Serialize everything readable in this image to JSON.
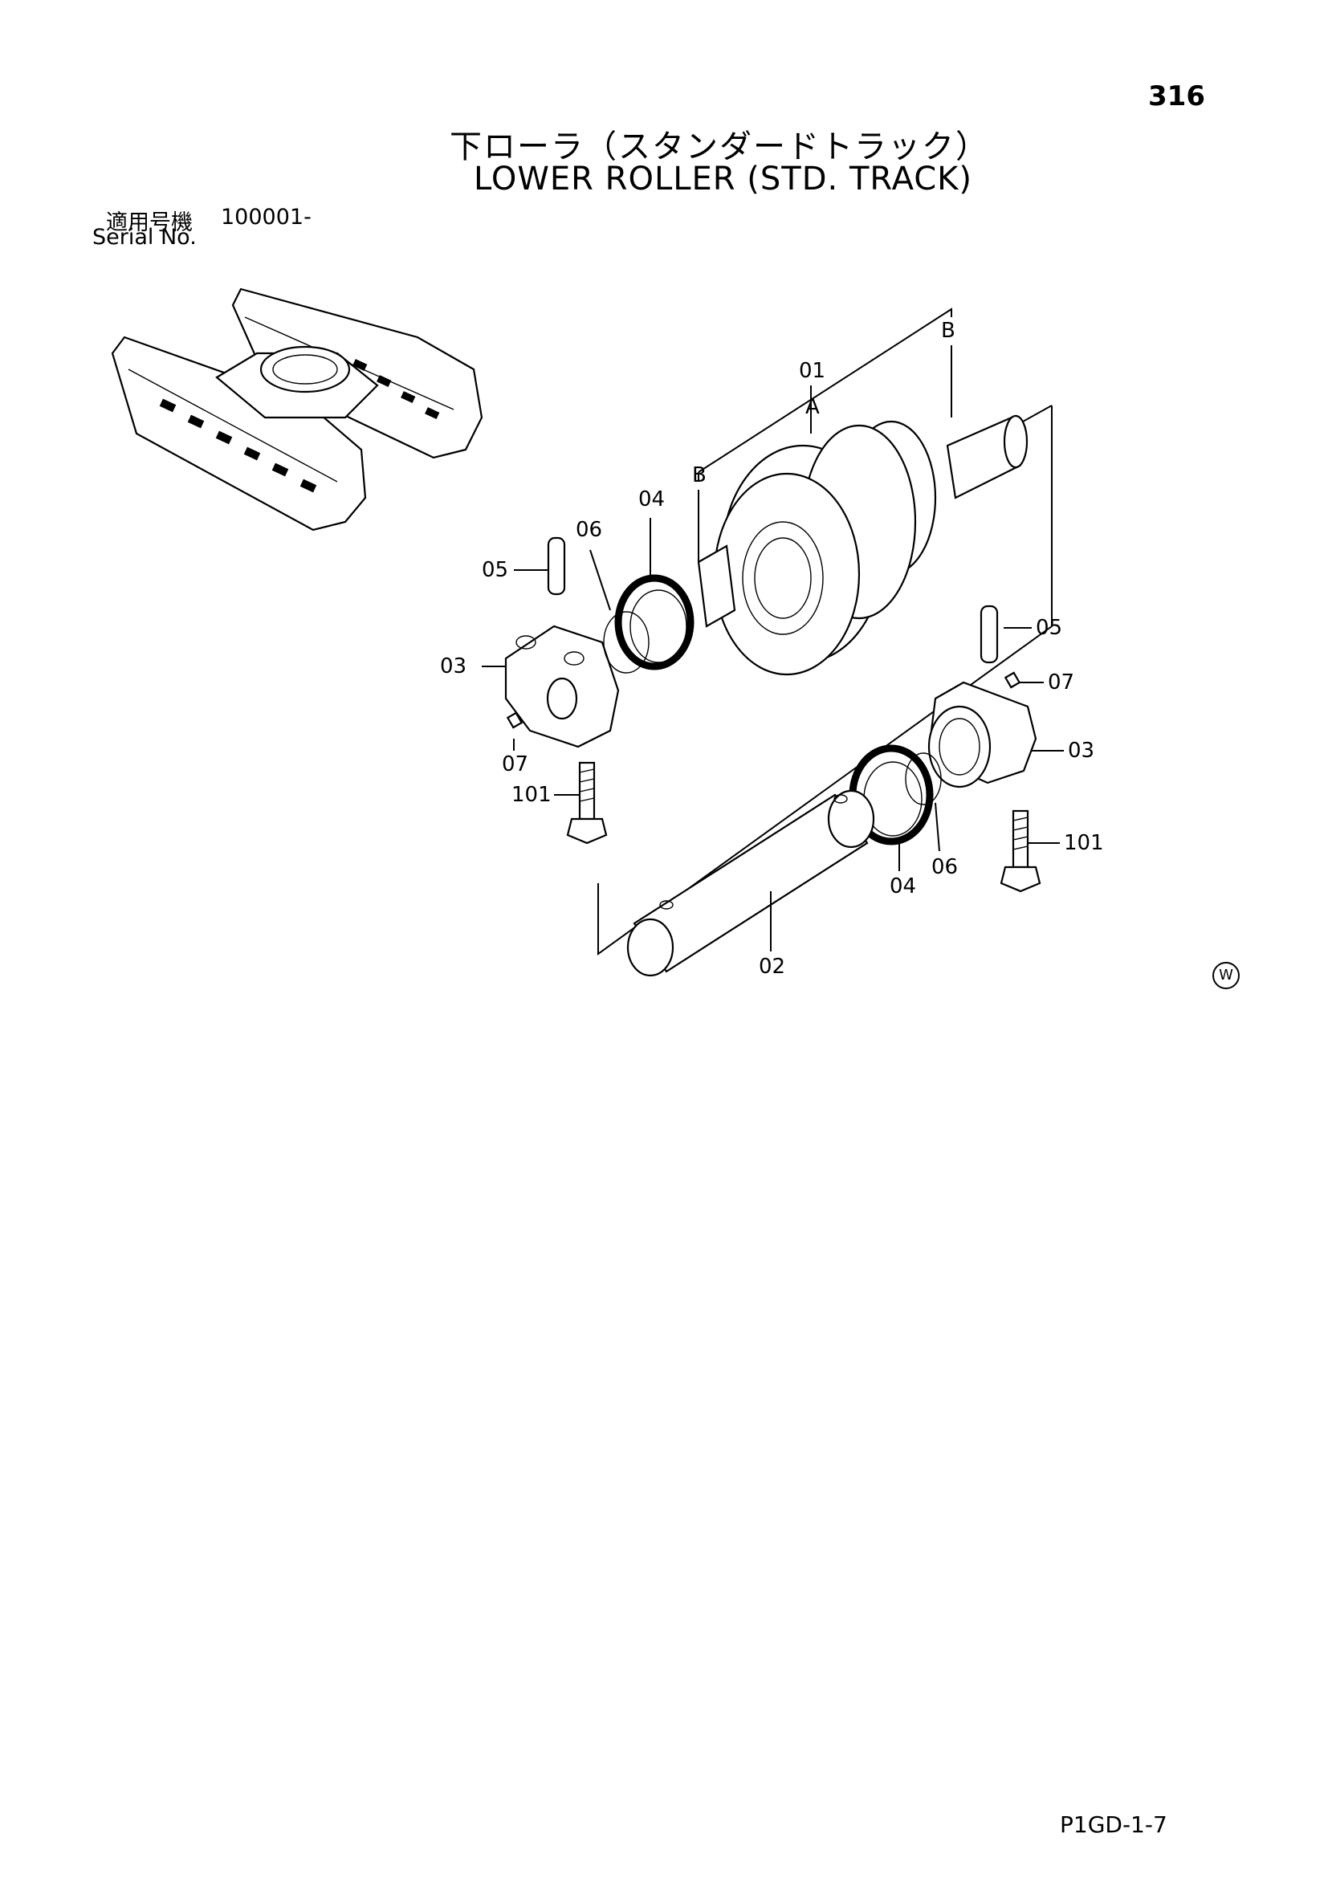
{
  "page_number": "316",
  "title_jp": "下ローラ（スタンダードトラック）",
  "title_en": "LOWER ROLLER (STD. TRACK)",
  "serial": {
    "label_jp": "適用号機",
    "value": "100001-",
    "label_en": "Serial No."
  },
  "callouts": {
    "p01": "01",
    "pA": "A",
    "pB1": "B",
    "pB2": "B",
    "p04a": "04",
    "p06a": "06",
    "p05a": "05",
    "p03a": "03",
    "p07a": "07",
    "p101a": "101",
    "p05b": "05",
    "p07b": "07",
    "p03b": "03",
    "p101b": "101",
    "p04b": "04",
    "p06b": "06",
    "p02": "02"
  },
  "mark": "W",
  "footer_code": "P1GD-1-7"
}
